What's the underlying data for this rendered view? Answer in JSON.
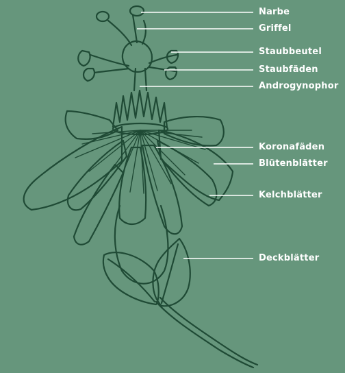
{
  "colors": {
    "background": "#66967c",
    "drawing_stroke": "#1f4a35",
    "leader_line": "#ffffff",
    "label_text": "#ffffff"
  },
  "labels": {
    "narbe": "Narbe",
    "griffel": "Griffel",
    "staubbeutel": "Staubbeutel",
    "staubfaeden": "Staubfäden",
    "androgynophor": "Androgynophor",
    "koronafaeden": "Koronafäden",
    "bluetenblaetter": "Blütenblätter",
    "kelchblaetter": "Kelchblätter",
    "deckblaetter": "Deckblätter"
  }
}
